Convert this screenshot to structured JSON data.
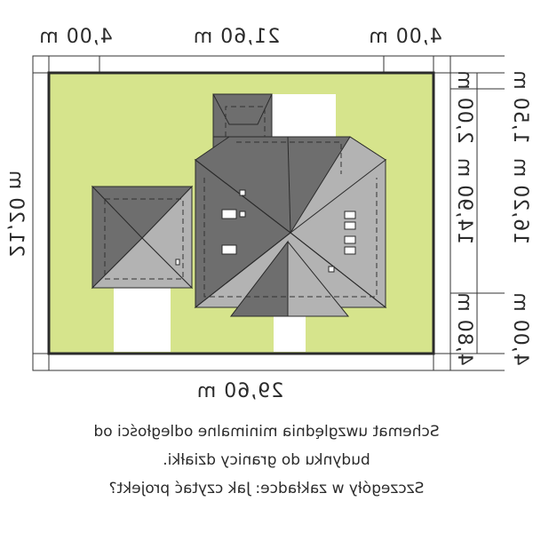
{
  "dimensions": {
    "top_left": "4,00 m",
    "top_middle": "21,60 m",
    "top_right": "4,00 m",
    "bottom": "29,60 m",
    "left": "21,20 m",
    "right_inner_top": "2,00 m",
    "right_inner_middle": "14,90 m",
    "right_inner_bottom": "4,80 m",
    "right_outer_top": "1,50 m",
    "right_outer_middle": "16,20 m",
    "right_outer_bottom": "4,00 m"
  },
  "notes": {
    "line1": "Schemat uwzględnia minimalne odległości od",
    "line2": "budynku do granicy działki.",
    "line3": "Szczegóły w zakładce: Jak czytać projekt?"
  },
  "colors": {
    "plot": "#d6e48c",
    "roof_dark": "#6e6e6e",
    "roof_light": "#b3b3b3",
    "border": "#2b2b2b"
  }
}
